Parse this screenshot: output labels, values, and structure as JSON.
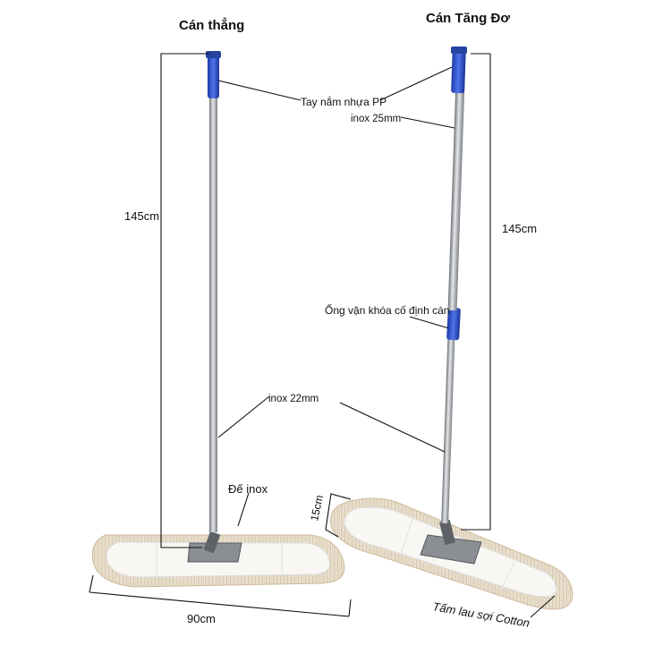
{
  "titles": {
    "left": "Cán thẳng",
    "right": "Cán Tăng Đơ"
  },
  "labels": {
    "handle_grip": "Tay nắm nhựa PP",
    "pipe_upper": "inox 25mm",
    "pipe_lower": "inox 22mm",
    "lock_sleeve": "Ống vặn khóa cố định cán",
    "base_plate": "Đế inox",
    "pad": "Tấm lau sợi Cotton",
    "height_left": "145cm",
    "height_right": "145cm",
    "width": "90cm",
    "depth": "15cm"
  },
  "colors": {
    "grip_blue": "#2a4fc9",
    "steel": "#b9bcc2",
    "steel_dark": "#6f7378",
    "pad_white": "#f7f5f2",
    "fringe": "#e8dcc8",
    "line": "#111111"
  }
}
